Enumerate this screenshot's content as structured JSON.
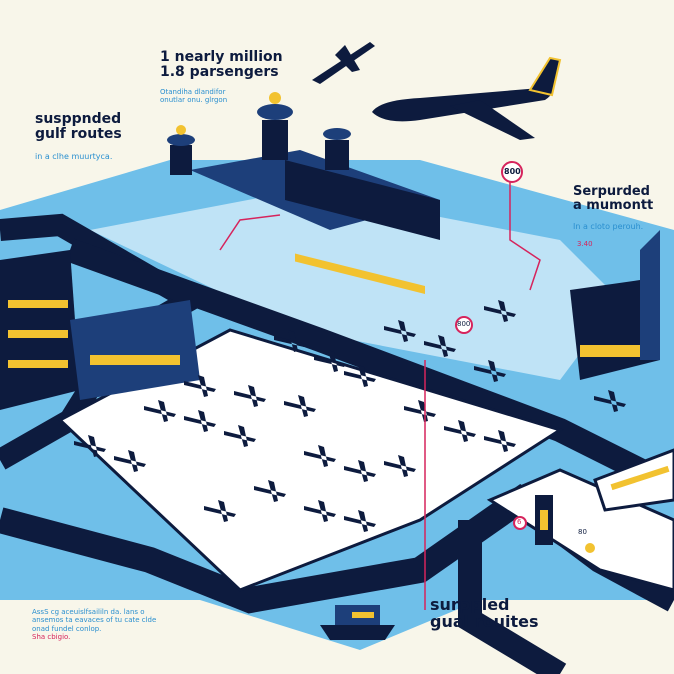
{
  "headline_top": {
    "line1": "1 nearly million",
    "line2": "1.8 parsengers",
    "caption": "Otandiha dlandifor onutlar onu. glrgon"
  },
  "label_left": {
    "line1": "susppnded",
    "line2": "gulf routes",
    "caption": "in a clhe muurtyca."
  },
  "label_right": {
    "line1": "Serpurded",
    "line2": "a mumontt",
    "caption": "In a cloto perouh.",
    "number": "3.40"
  },
  "label_bottom": {
    "line1": "surppled",
    "line2": "gual rouites"
  },
  "note_bottom_left": {
    "text": "AssS cg aceuislfsaililn da. lans o ansemos ta eavaces of tu cate clde onad fundel conlop.",
    "highlight": "Sha cbigio."
  },
  "markers": [
    "800",
    "800",
    "6",
    "80"
  ],
  "colors": {
    "background": "#f8f6ea",
    "navy": "#0d1b3e",
    "blue": "#2a8fcf",
    "light_blue": "#9fd3f2",
    "yellow": "#f2c230",
    "pink": "#d6245c"
  }
}
